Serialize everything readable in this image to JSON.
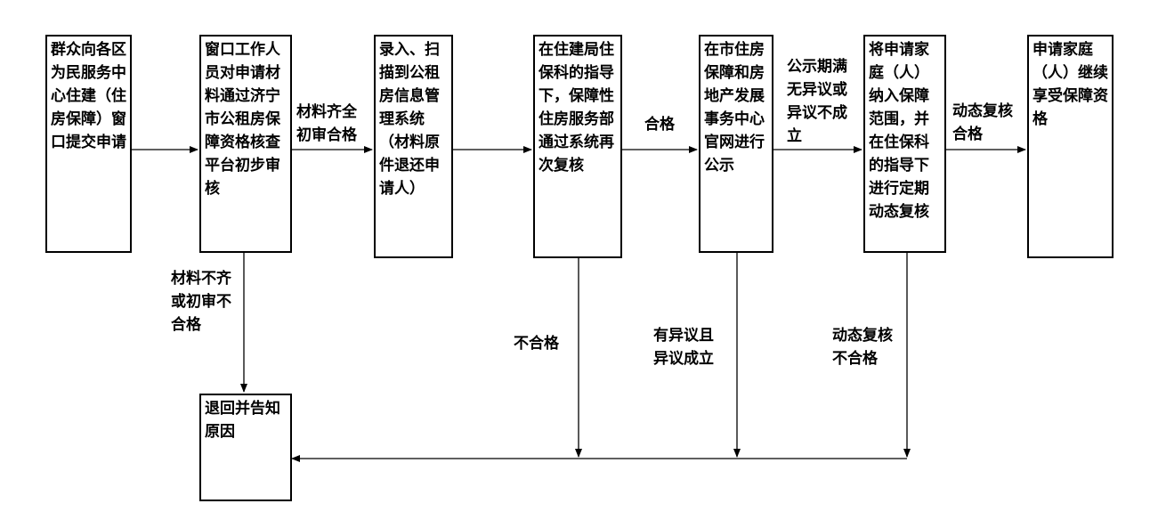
{
  "boxes": {
    "b1": "群众向各区为民服务中心住建（住房保障）窗口提交申请",
    "b2": "窗口工作人员对申请材料通过济宁市公租房保障资格核查平台初步审核",
    "b3": "录入、扫描到公租房信息管理系统（材料原件退还申请人）",
    "b4": "在住建局住保科的指导下，保障性住房服务部通过系统再次复核",
    "b5": "在市住房保障和房地产发展事务中心官网进行公示",
    "b6": "将申请家庭（人）纳入保障范围，并在住保科的指导下进行定期动态复核",
    "b7": "申请家庭（人）继续享受保障资格",
    "reject": "退回并告知原因"
  },
  "labels": {
    "l_b2_b3": [
      "材料齐全",
      "初审合格"
    ],
    "l_b4_b5": [
      "合格"
    ],
    "l_b5_b6": [
      "公示期满",
      "无异议或",
      "异议不成",
      "立"
    ],
    "l_b6_b7": [
      "动态复核",
      "合格"
    ],
    "l_fail_b2": [
      "材料不齐",
      "或初审不",
      "合格"
    ],
    "l_fail_b4": [
      "不合格"
    ],
    "l_fail_b5": [
      "有异议且",
      "异议成立"
    ],
    "l_fail_b6": [
      "动态复核",
      "不合格"
    ]
  }
}
